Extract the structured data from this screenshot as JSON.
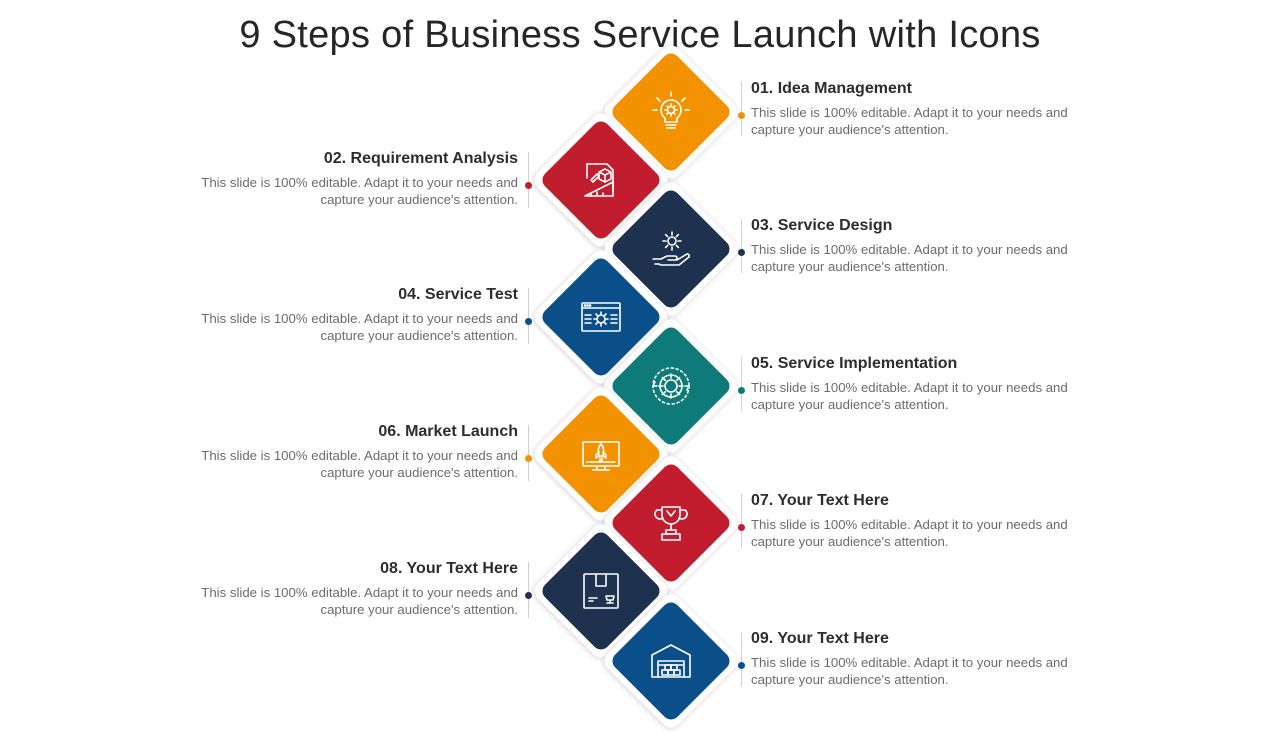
{
  "title": "9 Steps of Business Service Launch with Icons",
  "colors": {
    "orange": "#F39200",
    "red": "#C21D2E",
    "navy": "#1E3250",
    "blue": "#0B4F8A",
    "teal": "#0F7B78"
  },
  "steps": [
    {
      "title": "01. Idea Management",
      "desc": "This slide is 100% editable. Adapt it to your needs and capture your audience's attention.",
      "color": "#F39200",
      "icon": "lightbulb-icon"
    },
    {
      "title": "02. Requirement Analysis",
      "desc": "This slide is 100% editable. Adapt it to your needs and capture your audience's attention.",
      "color": "#C21D2E",
      "icon": "design-tools-icon"
    },
    {
      "title": "03. Service Design",
      "desc": "This slide is 100% editable. Adapt it to your needs and capture your audience's attention.",
      "color": "#1E3250",
      "icon": "hand-gear-icon"
    },
    {
      "title": "04. Service Test",
      "desc": "This slide is 100% editable. Adapt it to your needs and capture your audience's attention.",
      "color": "#0B4F8A",
      "icon": "browser-gear-icon"
    },
    {
      "title": "05. Service Implementation",
      "desc": "This slide is 100% editable. Adapt it to your needs and capture your audience's attention.",
      "color": "#0F7B78",
      "icon": "gear-cycle-icon"
    },
    {
      "title": "06. Market Launch",
      "desc": "This slide is 100% editable. Adapt it to your needs and capture your audience's attention.",
      "color": "#F39200",
      "icon": "monitor-rocket-icon"
    },
    {
      "title": "07. Your Text Here",
      "desc": "This slide is 100% editable. Adapt it to your needs and capture your audience's attention.",
      "color": "#C21D2E",
      "icon": "trophy-icon"
    },
    {
      "title": "08. Your Text Here",
      "desc": "This slide is 100% editable. Adapt it to your needs and capture your audience's attention.",
      "color": "#1E3250",
      "icon": "package-box-icon"
    },
    {
      "title": "09. Your Text Here",
      "desc": "This slide is 100% editable. Adapt it to your needs and capture your audience's attention.",
      "color": "#0B4F8A",
      "icon": "warehouse-icon"
    }
  ]
}
